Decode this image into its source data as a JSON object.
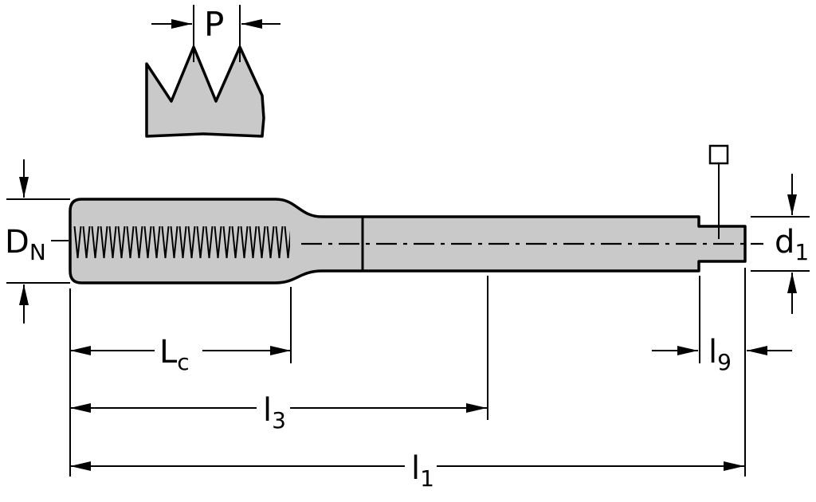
{
  "diagram": {
    "title": "tap-tool-dimension-drawing",
    "labels": {
      "pitch": {
        "main": "P",
        "sub": ""
      },
      "nominal_diameter": {
        "main": "D",
        "sub": "N"
      },
      "shank_diameter": {
        "main": "d",
        "sub": "1"
      },
      "thread_length": {
        "main": "L",
        "sub": "c"
      },
      "length_l3": {
        "main": "l",
        "sub": "3"
      },
      "overall_length": {
        "main": "l",
        "sub": "1"
      },
      "square_length": {
        "main": "l",
        "sub": "9"
      }
    },
    "colors": {
      "tool_fill": "#c9c9c9",
      "line": "#000000",
      "background": "#ffffff"
    }
  }
}
